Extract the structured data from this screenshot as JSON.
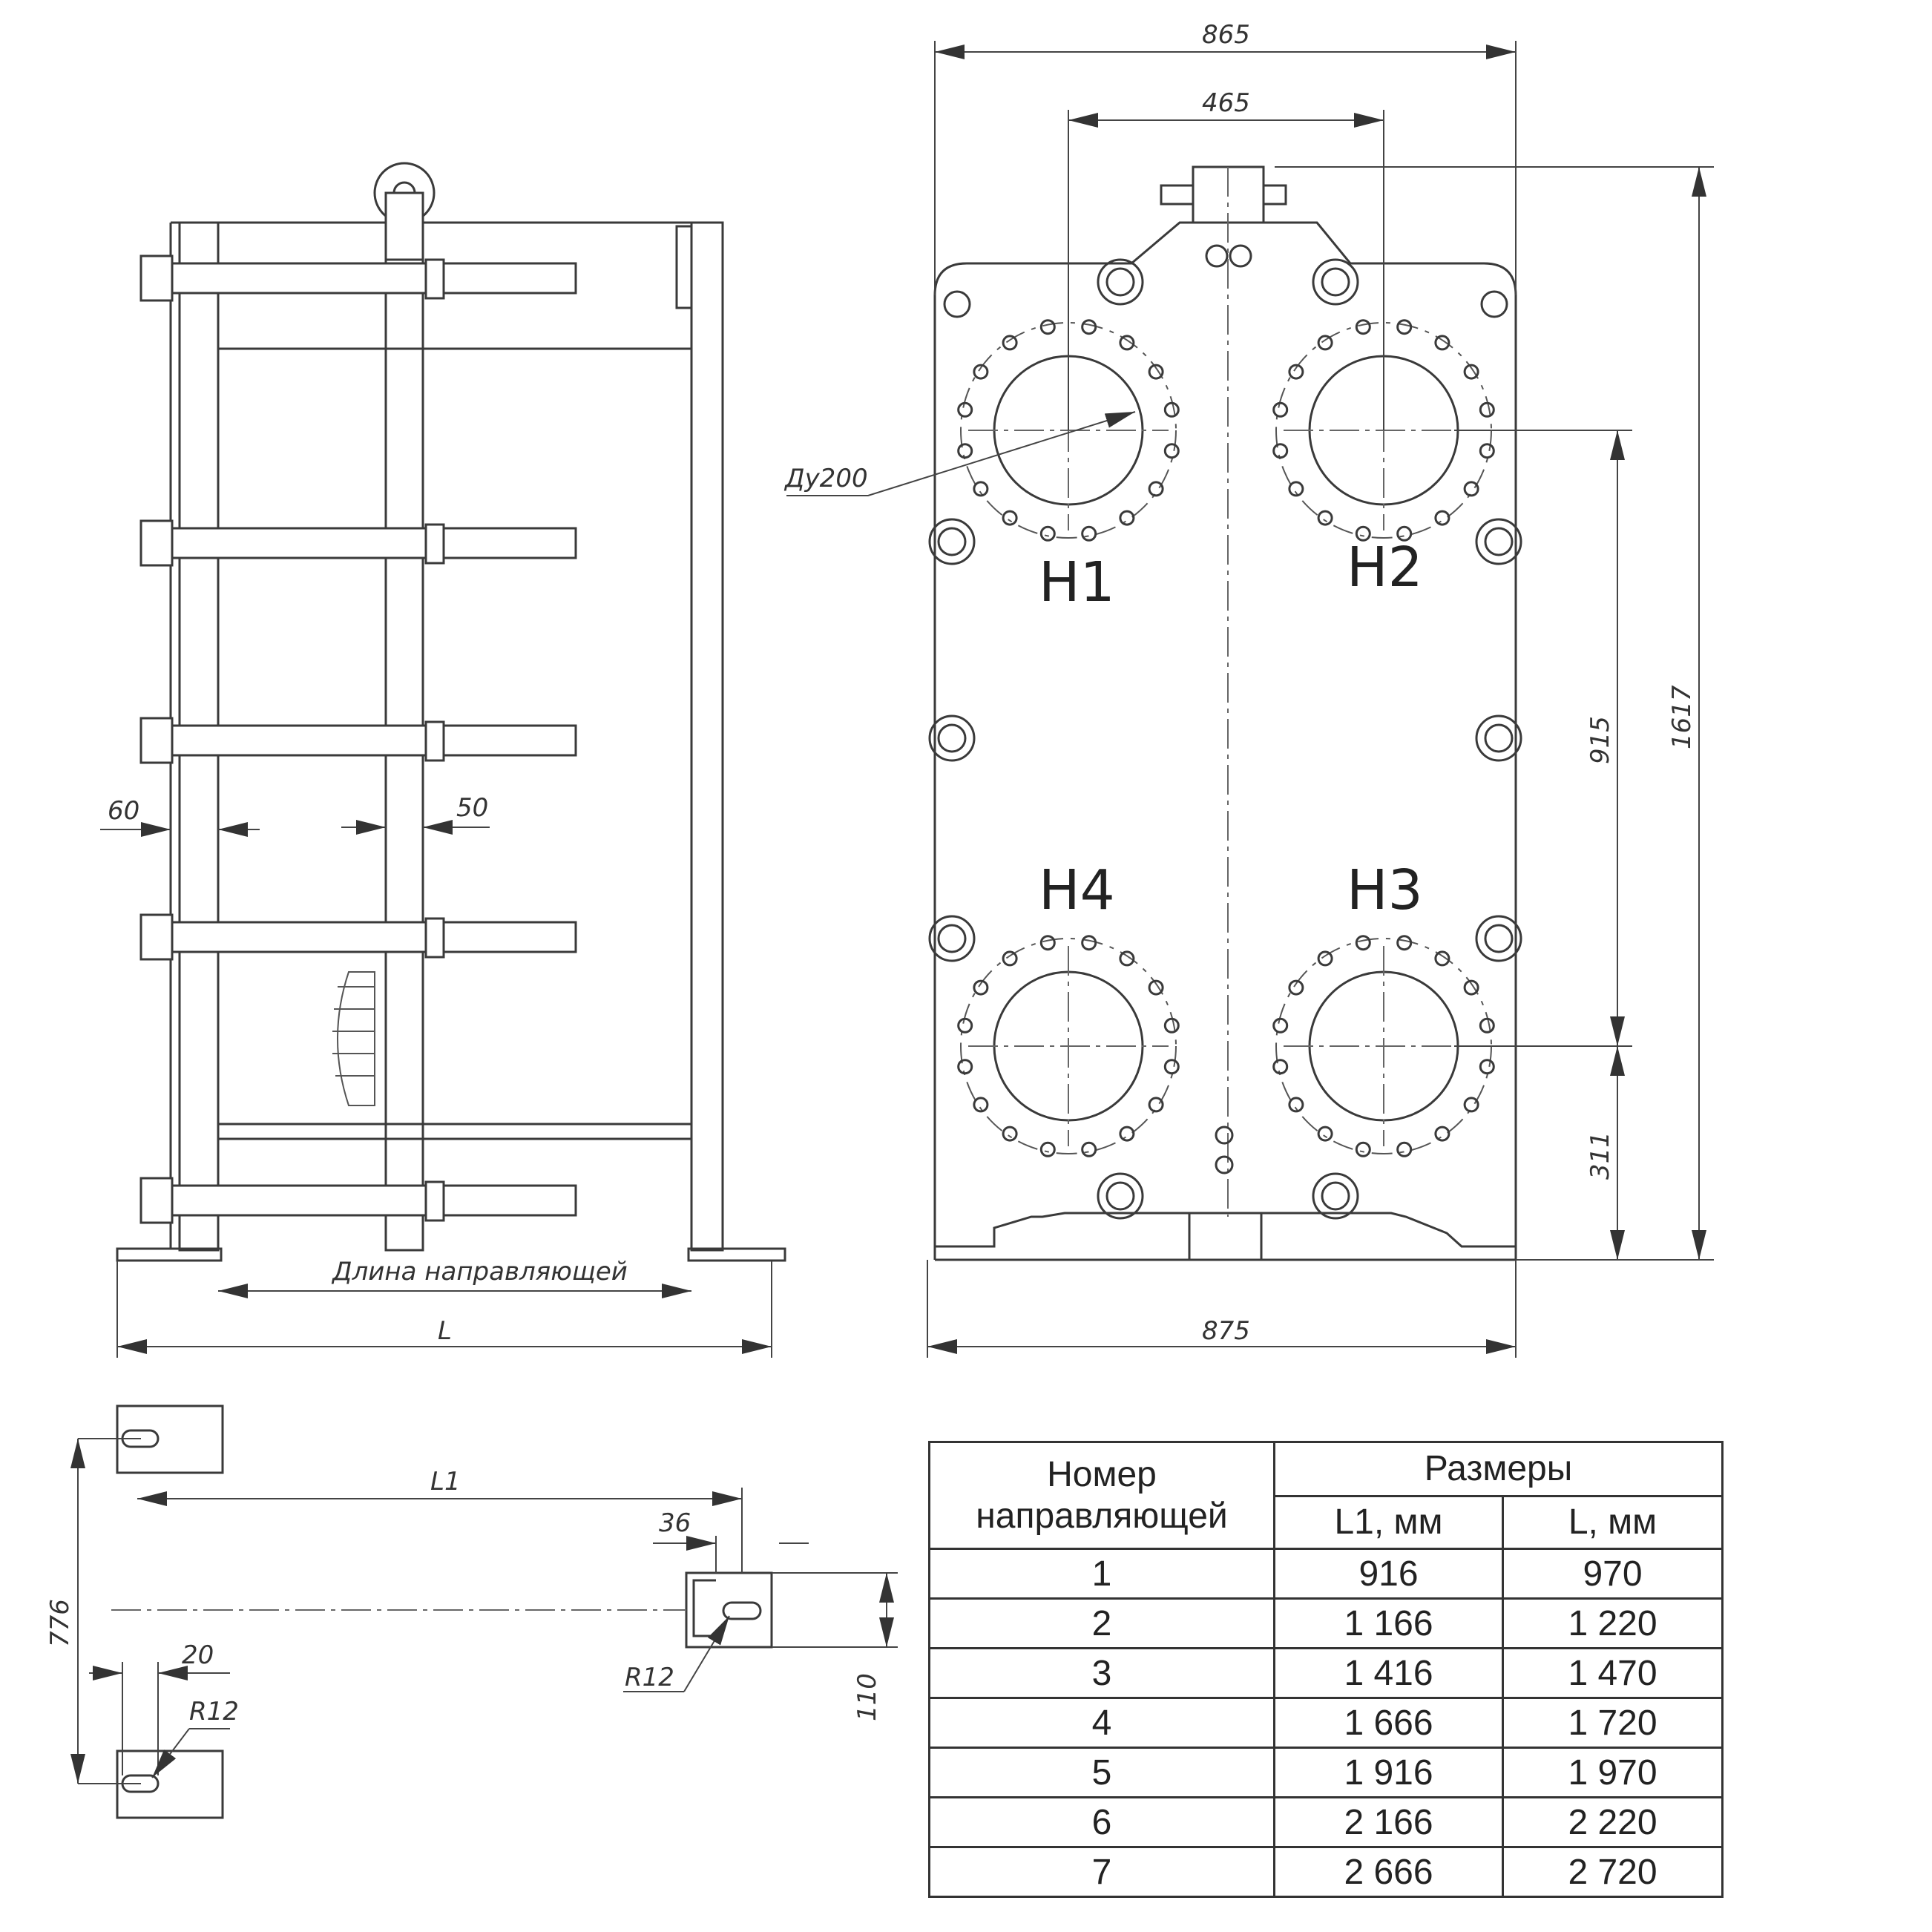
{
  "dimensions": {
    "overall_width_top": "865",
    "port_spacing_horizontal": "465",
    "overall_height": "1617",
    "port_spacing_vertical": "915",
    "bottom_port_height": "311",
    "base_width": "875",
    "port_diameter": "Ду200",
    "side_60": "60",
    "side_50": "50",
    "guide_length_label": "Длина направляющей",
    "length_label": "L",
    "slot_L1": "L1",
    "slot_36": "36",
    "slot_776": "776",
    "slot_20": "20",
    "slot_R12_a": "R12",
    "slot_R12_b": "R12",
    "slot_110": "110"
  },
  "ports": {
    "h1": "H1",
    "h2": "H2",
    "h3": "H3",
    "h4": "H4"
  },
  "table": {
    "col1_header": "Номер направляющей",
    "group_header": "Размеры",
    "col2_header": "L1, мм",
    "col3_header": "L, мм",
    "rows": [
      {
        "num": "1",
        "l1": "916",
        "l": "970"
      },
      {
        "num": "2",
        "l1": "1 166",
        "l": "1 220"
      },
      {
        "num": "3",
        "l1": "1 416",
        "l": "1 470"
      },
      {
        "num": "4",
        "l1": "1 666",
        "l": "1 720"
      },
      {
        "num": "5",
        "l1": "1 916",
        "l": "1 970"
      },
      {
        "num": "6",
        "l1": "2 166",
        "l": "2 220"
      },
      {
        "num": "7",
        "l1": "2 666",
        "l": "2 720"
      }
    ]
  }
}
